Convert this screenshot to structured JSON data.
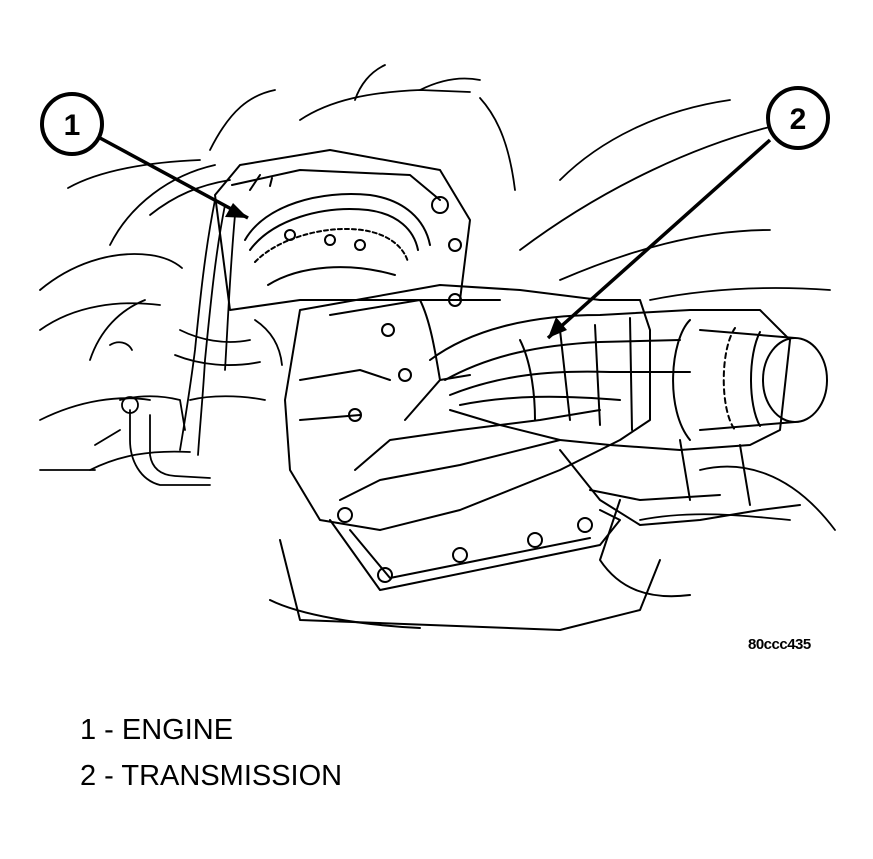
{
  "figure": {
    "id": "80ccc435",
    "callouts": [
      {
        "number": "1"
      },
      {
        "number": "2"
      }
    ]
  },
  "legend": [
    {
      "text": "1 - ENGINE"
    },
    {
      "text": "2 - TRANSMISSION"
    }
  ]
}
